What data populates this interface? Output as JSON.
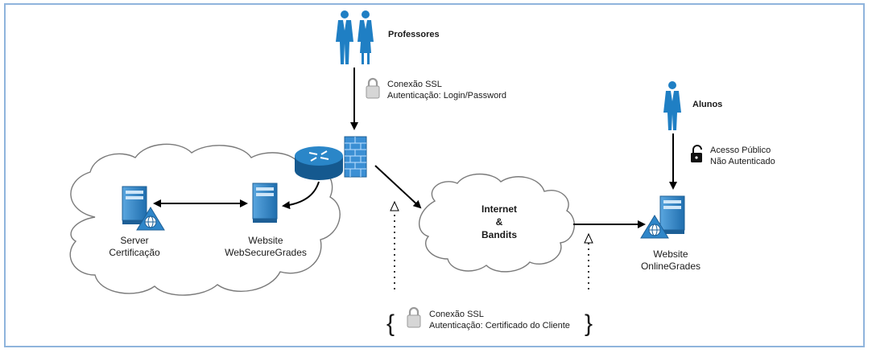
{
  "actors": {
    "professors": {
      "label": "Professores"
    },
    "students": {
      "label": "Alunos"
    }
  },
  "connections": {
    "professor_ssl": {
      "line1": "Conexão SSL",
      "line2": "Autenticação: Login/Password"
    },
    "public_access": {
      "line1": "Acesso Público",
      "line2": "Não Autenticado"
    },
    "client_cert": {
      "line1": "Conexão SSL",
      "line2": "Autenticação: Certificado do Cliente"
    }
  },
  "nodes": {
    "cert_server": {
      "line1": "Server",
      "line2": "Certificação"
    },
    "secure_site": {
      "line1": "Website",
      "line2": "WebSecureGrades"
    },
    "internet": {
      "line1": "Internet",
      "line2": "&",
      "line3": "Bandits"
    },
    "public_site": {
      "line1": "Website",
      "line2": "OnlineGrades"
    }
  },
  "colors": {
    "frame": "#8fb4dc",
    "person": "#1f7fc4",
    "server": "#2f86c9",
    "router": "#1d6fae",
    "firewall": "#3b8fd4",
    "cloud_stroke": "#7a7a7a"
  }
}
